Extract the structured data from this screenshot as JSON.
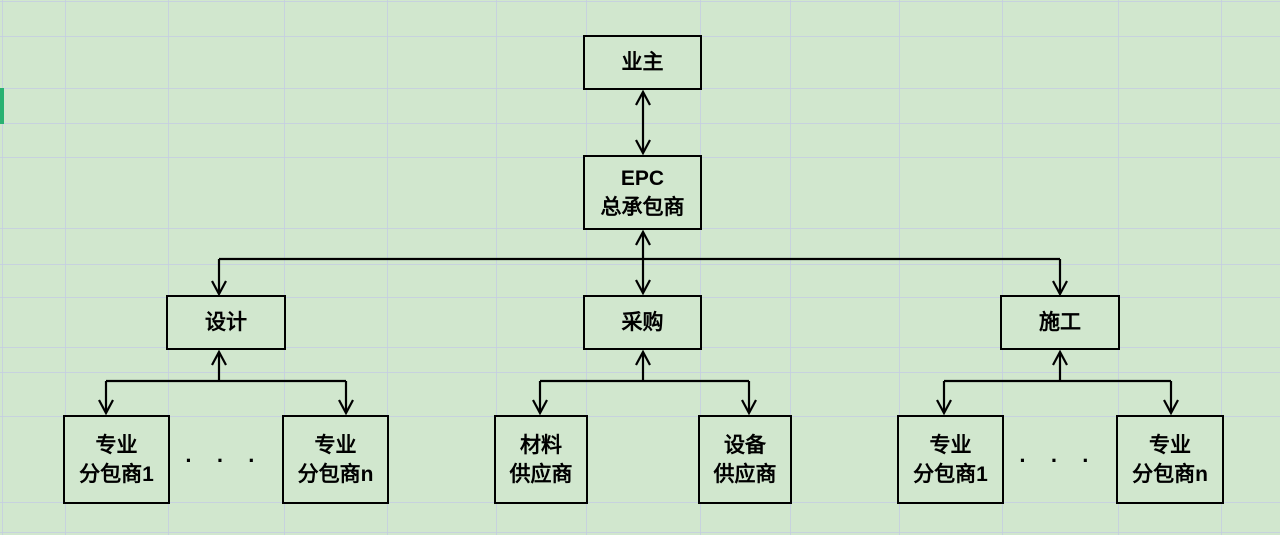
{
  "sheet": {
    "background_color": "#d1e7ce",
    "gridline_color": "#c6cee0",
    "row_marker_color": "#28b271",
    "shape_border_color": "#000000",
    "shape_fill_color": "#d1e7ce"
  },
  "diagram": {
    "type": "org-chart",
    "nodes": {
      "owner": "业主",
      "epc_contractor": "EPC\n总承包商",
      "design": "设计",
      "procurement": "采购",
      "construction": "施工",
      "design_sub_first": "专业\n分包商1",
      "design_sub_last": "专业\n分包商n",
      "material_supplier": "材料\n供应商",
      "equipment_supplier": "设备\n供应商",
      "construction_sub_first": "专业\n分包商1",
      "construction_sub_last": "专业\n分包商n",
      "ellipsis_design": "· · ·",
      "ellipsis_construction": "· · ·"
    },
    "edges": [
      {
        "from": "owner",
        "to": "epc_contractor",
        "style": "double-arrow"
      },
      {
        "from": "epc_contractor",
        "to": "design",
        "style": "double-arrow-branch"
      },
      {
        "from": "epc_contractor",
        "to": "procurement",
        "style": "double-arrow-branch"
      },
      {
        "from": "epc_contractor",
        "to": "construction",
        "style": "double-arrow-branch"
      },
      {
        "from": "design",
        "to": "design_sub_first",
        "style": "arrow-both-ways-branch"
      },
      {
        "from": "design",
        "to": "design_sub_last",
        "style": "arrow-both-ways-branch"
      },
      {
        "from": "procurement",
        "to": "material_supplier",
        "style": "arrow-both-ways-branch"
      },
      {
        "from": "procurement",
        "to": "equipment_supplier",
        "style": "arrow-both-ways-branch"
      },
      {
        "from": "construction",
        "to": "construction_sub_first",
        "style": "arrow-both-ways-branch"
      },
      {
        "from": "construction",
        "to": "construction_sub_last",
        "style": "arrow-both-ways-branch"
      }
    ]
  }
}
